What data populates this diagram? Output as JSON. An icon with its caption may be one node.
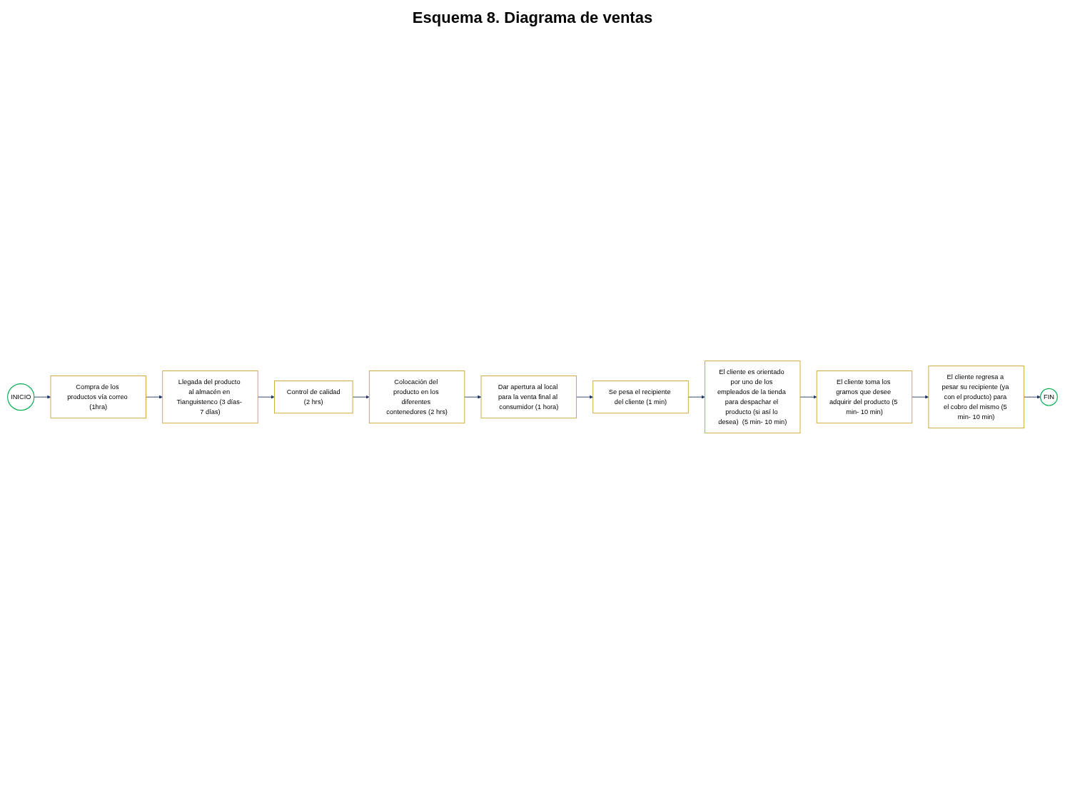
{
  "diagram": {
    "title": "Esquema 8. Diagrama de ventas",
    "nodes": [
      {
        "text": [
          "INICIO"
        ]
      },
      {
        "text": [
          "Compra de los productos vía correo (1hra)"
        ]
      },
      {
        "text": [
          "Llegada del producto al almacén en Tianguistenco (3 días- 7 días)"
        ]
      },
      {
        "text": [
          "Control de calidad",
          "(2 hrs)"
        ]
      },
      {
        "text": [
          "Colocación del producto en los diferentes contenedores (2 hrs)"
        ]
      },
      {
        "text": [
          "Dar apertura al local para la venta final al consumidor (1 hora)"
        ]
      },
      {
        "text": [
          "Se pesa el recipiente del cliente (1 min)"
        ]
      },
      {
        "text": [
          "El cliente es orientado por uno de los empleados de la tienda para despachar el producto (si así lo desea)  (5 min- 10 min)"
        ]
      },
      {
        "text": [
          "El cliente toma los gramos que desee adquirir del producto (5 min- 10 min)"
        ]
      },
      {
        "text": [
          "El cliente regresa a pesar su recipiente (ya con el producto) para el cobro del mismo (5 min- 10 min)"
        ]
      },
      {
        "text": [
          "FIN"
        ]
      }
    ],
    "edges": [
      {
        "from": 0,
        "to": 1,
        "arrow": "to"
      },
      {
        "from": 1,
        "to": 2,
        "arrow": "to"
      },
      {
        "from": 2,
        "to": 3,
        "arrow": "to"
      },
      {
        "from": 3,
        "to": 4,
        "arrow": "to"
      },
      {
        "from": 4,
        "to": 5,
        "arrow": "to"
      },
      {
        "from": 5,
        "to": 6,
        "arrow": "to"
      },
      {
        "from": 6,
        "to": 7,
        "arrow": "to"
      },
      {
        "from": 7,
        "to": 8,
        "arrow": "to"
      },
      {
        "from": 8,
        "to": 9,
        "arrow": "to"
      },
      {
        "from": 9,
        "to": 10,
        "arrow": "to"
      }
    ]
  }
}
